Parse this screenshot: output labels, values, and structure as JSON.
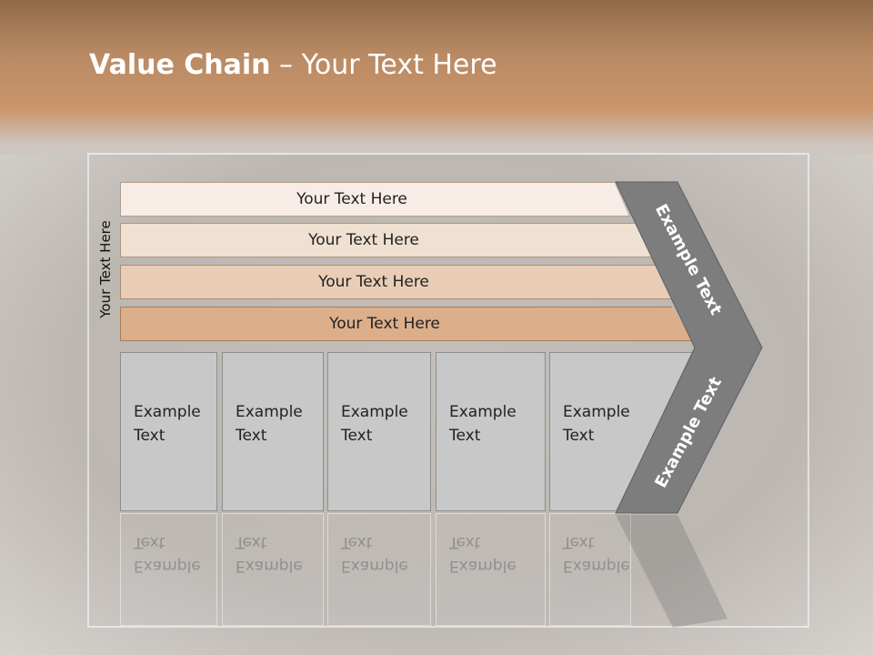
{
  "slide": {
    "title_bold": "Value Chain",
    "title_rest": " – Your Text Here",
    "vertical_label": "Your Text Here",
    "bars": [
      "Your Text Here",
      "Your Text Here",
      "Your Text Here",
      "Your Text Here"
    ],
    "bar_colors": [
      "#f7ede6",
      "#f0e0d1",
      "#e9cdb6",
      "#dcae8a"
    ],
    "boxes": [
      "Example Text",
      "Example Text",
      "Example Text",
      "Example Text",
      "Example Text"
    ],
    "chevron_upper_text": "Example Text",
    "chevron_lower_text": "Example Text",
    "chevron_color": "#7d7d7d"
  }
}
